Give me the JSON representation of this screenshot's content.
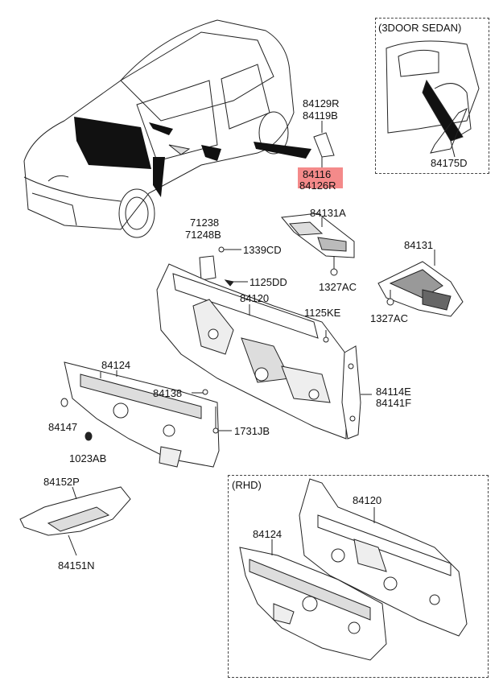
{
  "insets": {
    "three_door_sedan": "(3DOOR SEDAN)",
    "rhd": "(RHD)"
  },
  "colors": {
    "highlight": "#f48a8a",
    "line": "#222222",
    "fill_dark": "#111111"
  },
  "labels": {
    "p84129r": "84129R",
    "p84119b": "84119B",
    "p84116": "84116",
    "p84126r": "84126R",
    "p84175d": "84175D",
    "p71238": "71238",
    "p71248b": "71248B",
    "p1339cd": "1339CD",
    "p84131a": "84131A",
    "p84131": "84131",
    "p1125dd": "1125DD",
    "p1327ac_a": "1327AC",
    "p1327ac_b": "1327AC",
    "p84120": "84120",
    "p1125ke": "1125KE",
    "p84124": "84124",
    "p84138": "84138",
    "p84114e": "84114E",
    "p84141f": "84141F",
    "p84147": "84147",
    "p1731jb": "1731JB",
    "p1023ab": "1023AB",
    "p84152p": "84152P",
    "p84151n": "84151N",
    "rhd_84120": "84120",
    "rhd_84124": "84124"
  }
}
